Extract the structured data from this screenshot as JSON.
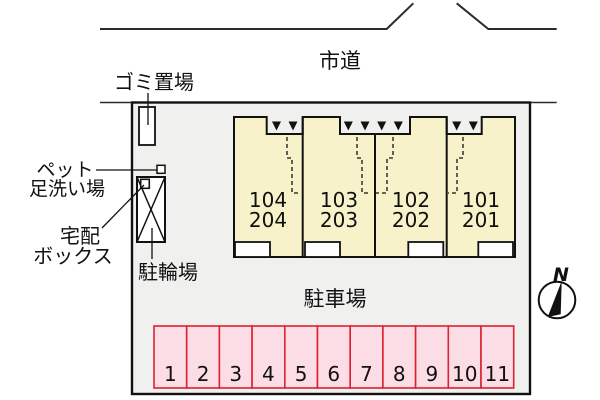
{
  "plan": {
    "road": {
      "label": "市道"
    },
    "site": {
      "garbage_label": "ゴミ置場",
      "pet_wash_label_line1": "ペット",
      "pet_wash_label_line2": "足洗い場",
      "delivery_box_label_line1": "宅配",
      "delivery_box_label_line2": "ボックス",
      "bicycle_parking_label": "駐輪場"
    },
    "buildings": {
      "units": [
        {
          "upper": "104",
          "lower": "204"
        },
        {
          "upper": "103",
          "lower": "203"
        },
        {
          "upper": "102",
          "lower": "202"
        },
        {
          "upper": "101",
          "lower": "201"
        }
      ]
    },
    "parking": {
      "label": "駐車場",
      "stalls": [
        "1",
        "2",
        "3",
        "4",
        "5",
        "6",
        "7",
        "8",
        "9",
        "10",
        "11"
      ]
    },
    "compass": {
      "north_label": "N"
    },
    "colors": {
      "building_fill": "#f8f2cb",
      "parcel_fill": "#f0f0ee",
      "stall_fill": "#fcdde6",
      "stall_border": "#dd2230",
      "line": "#1a1a1a"
    }
  }
}
